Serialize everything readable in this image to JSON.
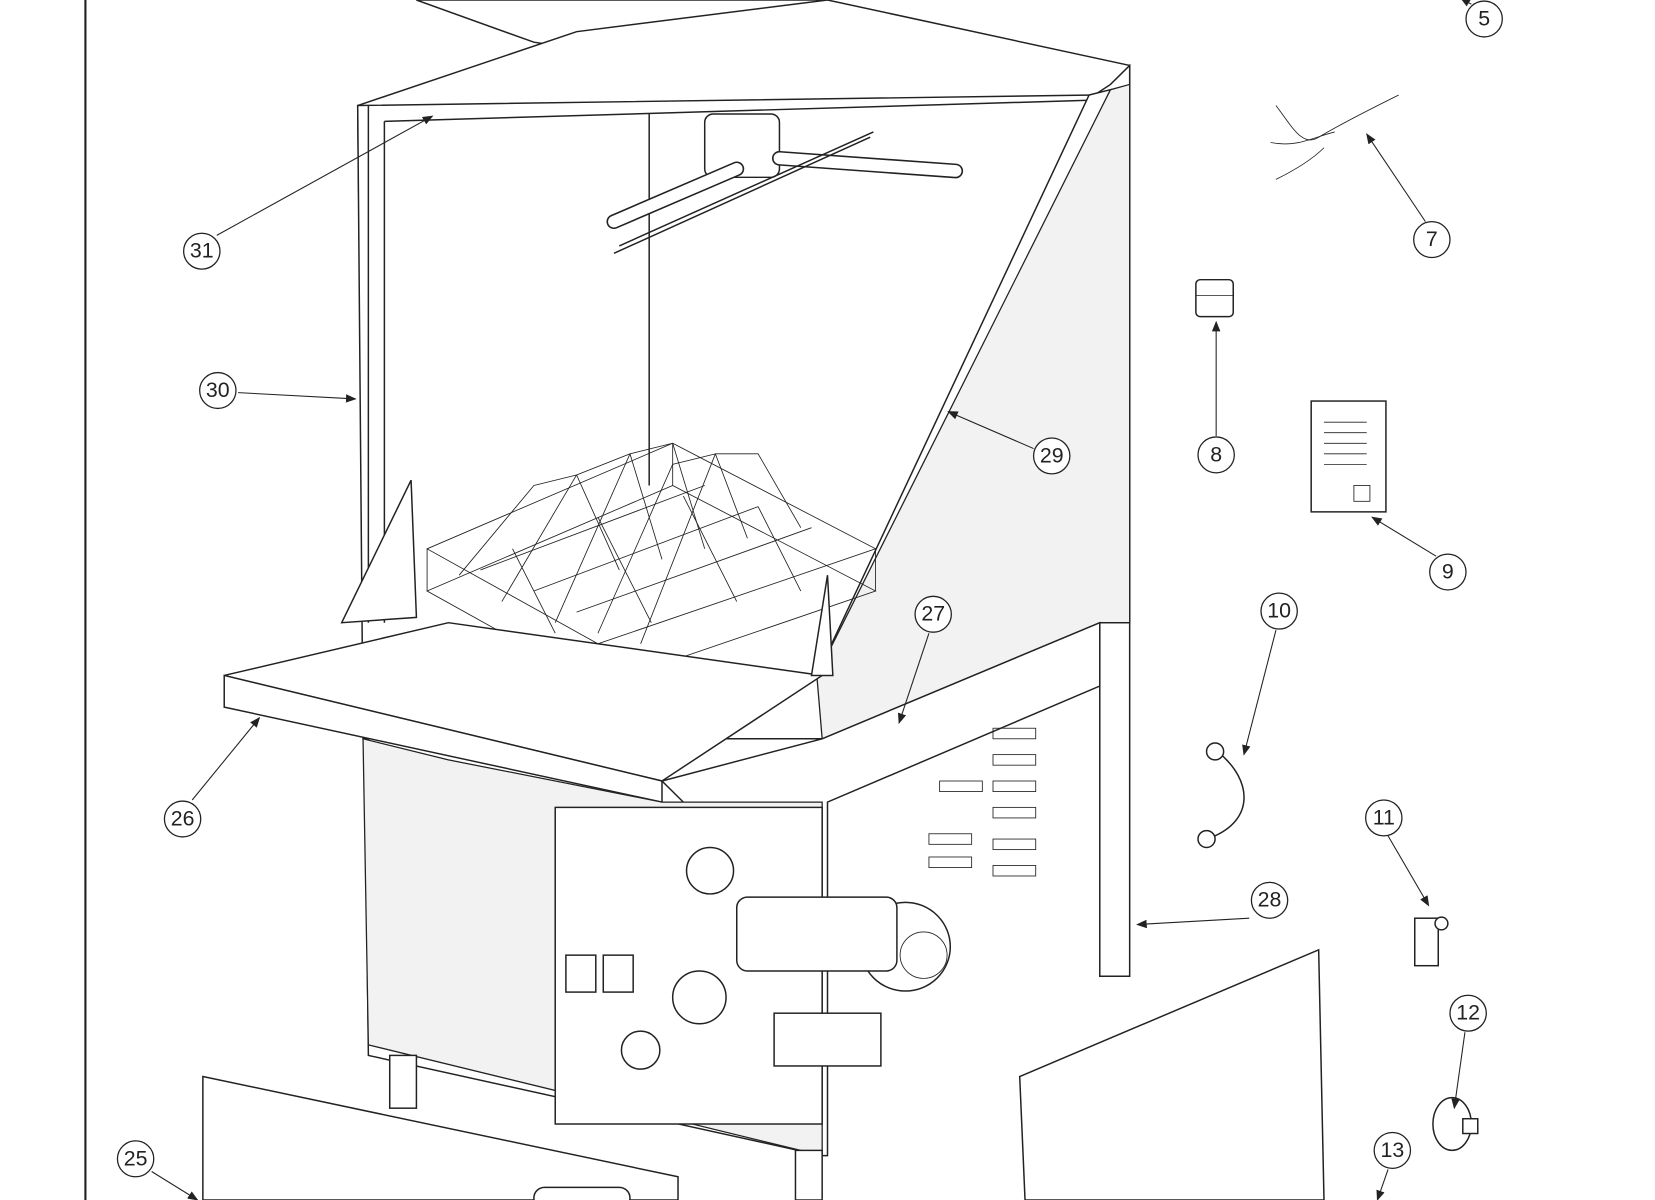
{
  "diagram": {
    "type": "exploded parts diagram",
    "subject": "dishwasher",
    "callouts": [
      {
        "id": "5",
        "label": "5"
      },
      {
        "id": "7",
        "label": "7"
      },
      {
        "id": "8",
        "label": "8"
      },
      {
        "id": "9",
        "label": "9"
      },
      {
        "id": "10",
        "label": "10"
      },
      {
        "id": "11",
        "label": "11"
      },
      {
        "id": "12",
        "label": "12"
      },
      {
        "id": "13",
        "label": "13"
      },
      {
        "id": "25",
        "label": "25"
      },
      {
        "id": "26",
        "label": "26"
      },
      {
        "id": "27",
        "label": "27"
      },
      {
        "id": "28",
        "label": "28"
      },
      {
        "id": "29",
        "label": "29"
      },
      {
        "id": "30",
        "label": "30"
      },
      {
        "id": "31",
        "label": "31"
      }
    ]
  }
}
